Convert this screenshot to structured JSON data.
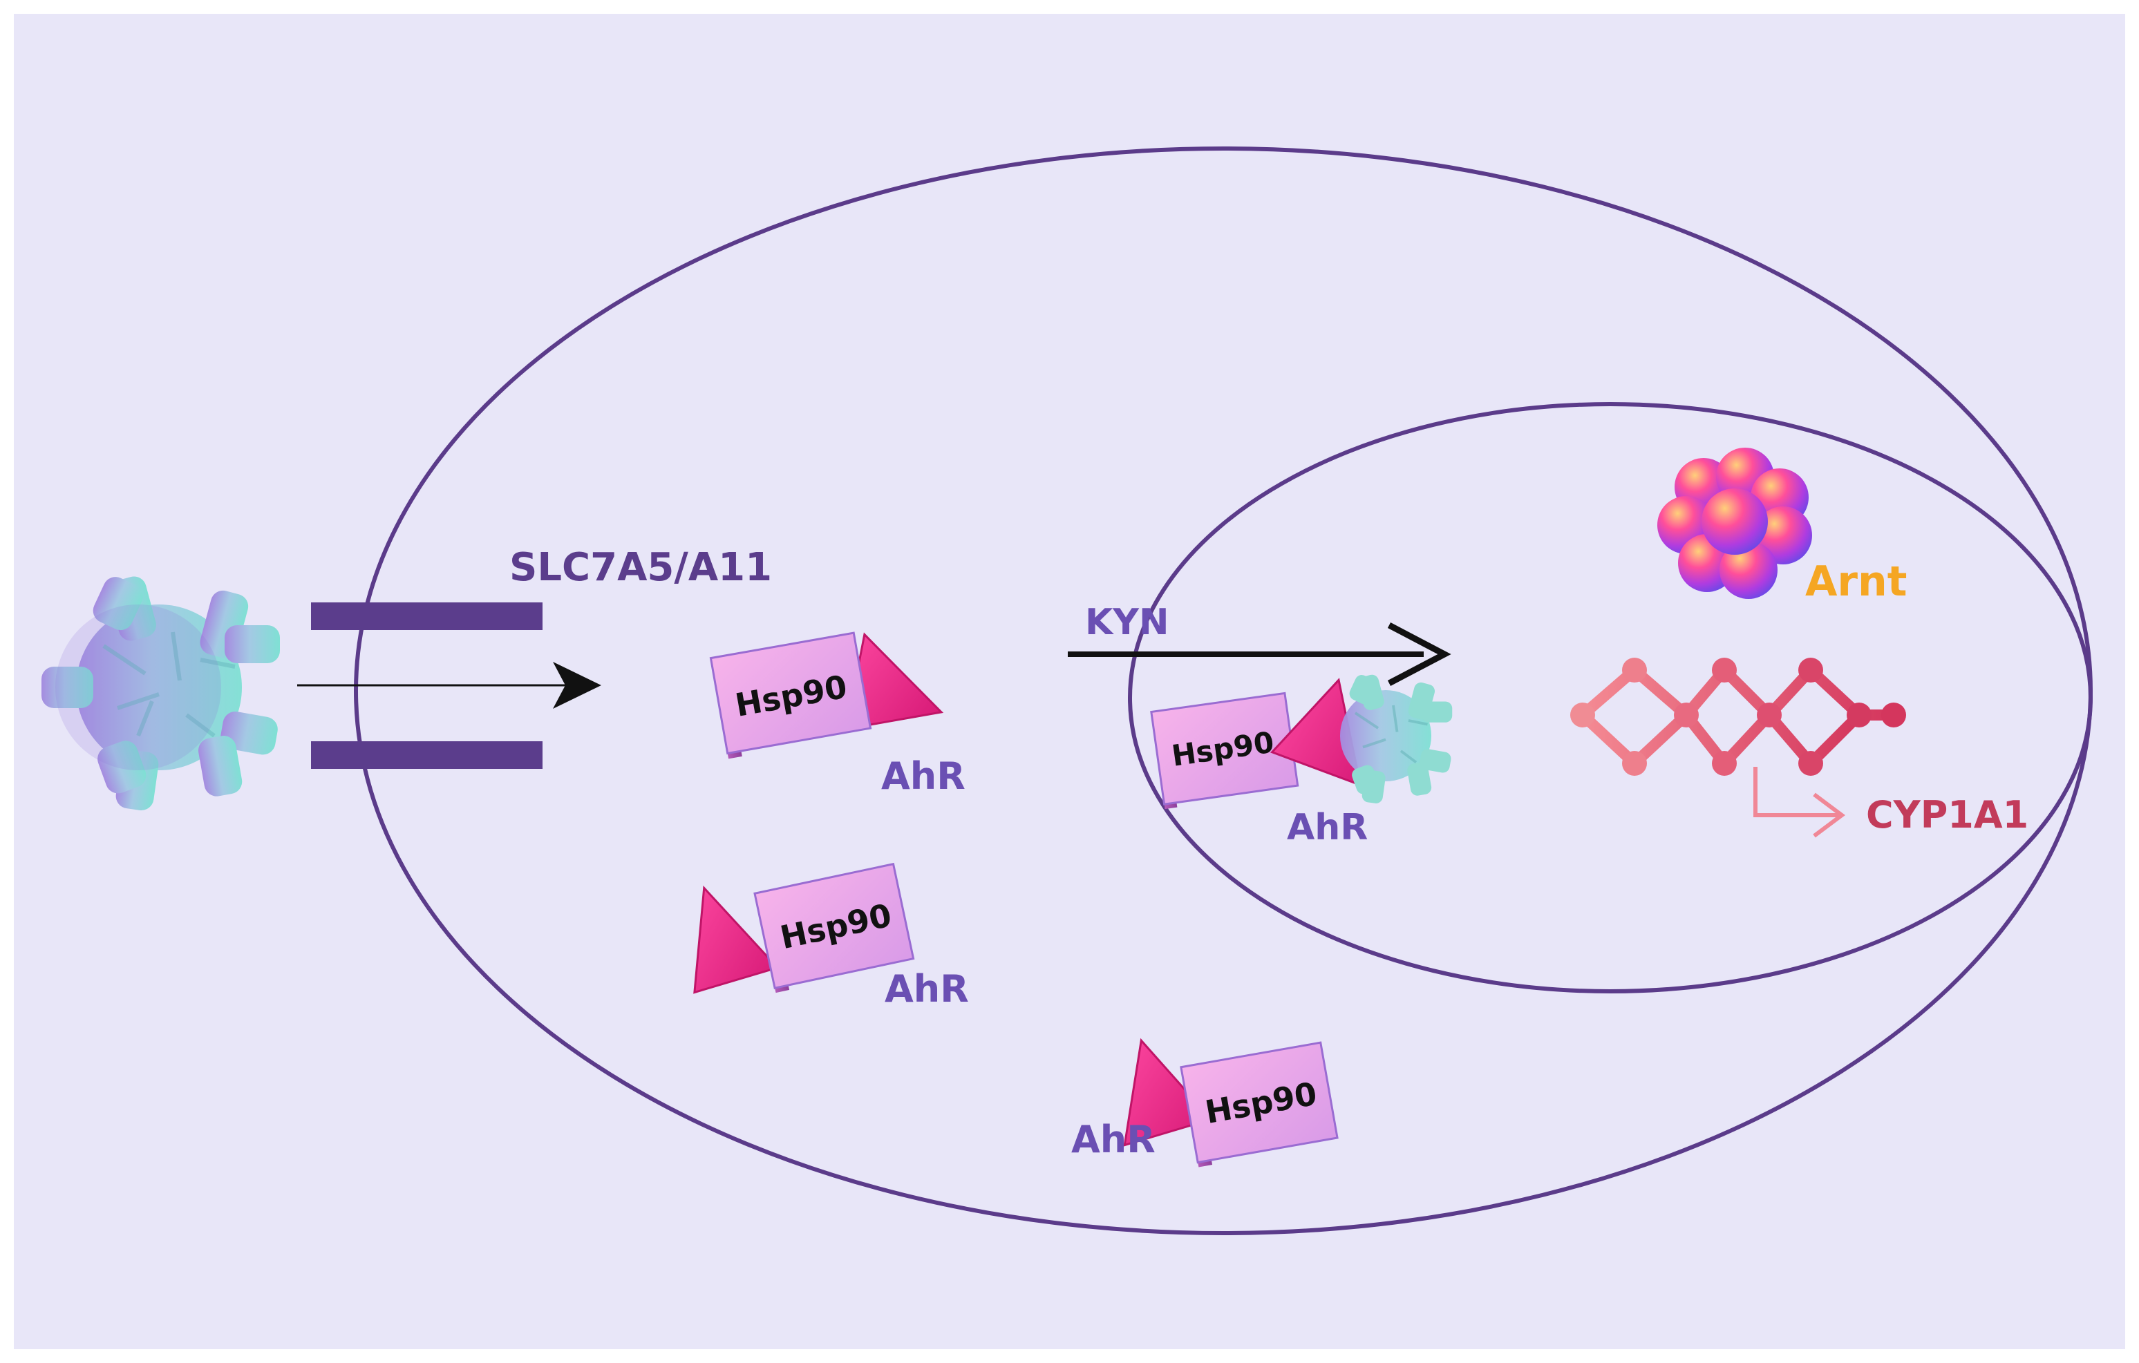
{
  "diagram": {
    "transporter_label": "SLC7A5/A11",
    "ligand_label": "KYN",
    "chaperone_label": "Hsp90",
    "receptor_label": "AhR",
    "partner_label": "Arnt",
    "gene_label": "CYP1A1"
  },
  "colors": {
    "background": "#e8e6f8",
    "membrane": "#5b3b8a",
    "transporter": "#5b3d8c",
    "label_purple": "#6a4fb3",
    "arnt_orange": "#f5a623",
    "cyp_red": "#c23b5a",
    "ahr_pink": "#ec2f8e",
    "hsp_pink": "#f3a6e6",
    "dna_pink": "#ee6b7d"
  },
  "icons": [
    "kynurenine-molecule-icon",
    "arnt-protein-icon",
    "dna-strand-icon",
    "transcription-arrow-icon"
  ]
}
